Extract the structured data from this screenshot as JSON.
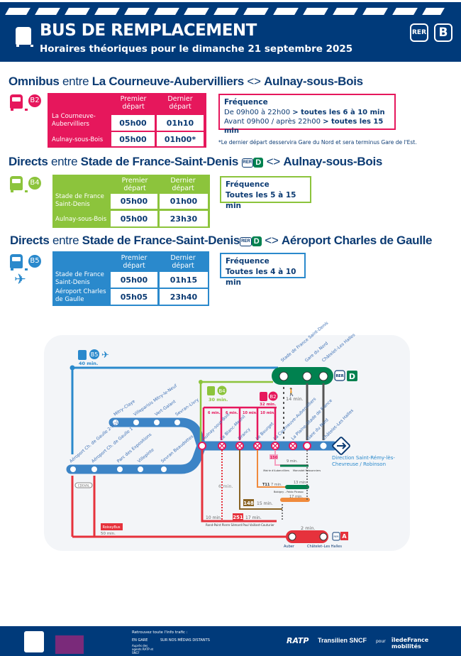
{
  "header": {
    "title": "BUS DE REMPLACEMENT",
    "subtitle": "Horaires théoriques pour le dimanche 21 septembre 2025",
    "rer_badge": "RER",
    "line_badge": "B",
    "background": "#003a7a"
  },
  "columns": {
    "first": "Premier départ",
    "last": "Dernier départ"
  },
  "sections": [
    {
      "type": "Omnibus",
      "between": "entre",
      "from": "La Courneuve-Aubervilliers",
      "sep": "<>",
      "to": "Aulnay-sous-Bois",
      "line": "B2",
      "color": "#e6175c",
      "rows": [
        {
          "stop": "La Courneuve-Aubervilliers",
          "first": "05h00",
          "last": "01h10"
        },
        {
          "stop": "Aulnay-sous-Bois",
          "first": "05h00",
          "last": "01h00*"
        }
      ],
      "freq_title": "Fréquence",
      "freq_lines": [
        {
          "pre": "De 09h00 à 22h00",
          "post": "> toutes les 6 à 10 min"
        },
        {
          "pre": "Avant 09h00 / après 22h00",
          "post": "> toutes les 15 min"
        }
      ],
      "footnote": "*Le dernier départ desservira Gare du Nord et sera terminus Gare de l'Est."
    },
    {
      "type": "Directs",
      "between": "entre",
      "from": "Stade de France-Saint-Denis",
      "sep": "<>",
      "to": "Aulnay-sous-Bois",
      "rer": "RER",
      "rer_line": "D",
      "line": "B4",
      "color": "#8cc43c",
      "rows": [
        {
          "stop": "Stade de France Saint-Denis",
          "first": "05h00",
          "last": "01h00"
        },
        {
          "stop": "Aulnay-sous-Bois",
          "first": "05h00",
          "last": "23h30"
        }
      ],
      "freq_title": "Fréquence",
      "freq_text": "Toutes les 5 à 15 min"
    },
    {
      "type": "Directs",
      "between": "entre",
      "from": "Stade de France-Saint-Denis",
      "sep": "<>",
      "to": "Aéroport Charles de Gaulle",
      "rer": "RER",
      "rer_line": "D",
      "line": "B5",
      "color": "#2a89cc",
      "rows": [
        {
          "stop": "Stade de France Saint-Denis",
          "first": "05h00",
          "last": "01h15"
        },
        {
          "stop": "Aéroport Charles de Gaulle",
          "first": "05h05",
          "last": "23h40"
        }
      ],
      "freq_title": "Fréquence",
      "freq_text": "Toutes les 4 à 10 min"
    }
  ],
  "map": {
    "b5": {
      "line": "B5",
      "time": "40 min."
    },
    "b4": {
      "line": "B4",
      "time": "30 min."
    },
    "b2": {
      "line": "B2",
      "time": "32 min.",
      "segments": [
        "6 min.",
        "6 min.",
        "10 min.",
        "10 min."
      ]
    },
    "rer_d": {
      "badge": "RER",
      "line": "D",
      "stations": [
        "Stade de France Saint-Denis",
        "Gare du Nord",
        "Châtelet–Les Halles"
      ],
      "walk": "14 min."
    },
    "mitry_branch": [
      "Mitry–Claye",
      "Villeparisis Mitry-le-Neuf",
      "Vert-Galant",
      "Sevran–Livry"
    ],
    "cdg_branch": [
      "Aéroport Ch. de Gaulle 2-TGV",
      "Aéroport Ch. de Gaulle 1",
      "Parc des Expositions",
      "Villepinte",
      "Sevran Beaudottes"
    ],
    "trunk": [
      "Aulnay-sous-Bois",
      "Le Blanc-Mesnil",
      "Drancy",
      "Le Bourget",
      "La Courneuve–Aubervilliers",
      "La Plaine–Stade de France",
      "Gare du Nord",
      "Châtelet–Les Halles"
    ],
    "direction": "Direction Saint-Rémy-lès-Chevreuse / Robinson",
    "roissybus": {
      "name": "RoissyBus",
      "time": "50 min."
    },
    "cdgval": "CDGVAL",
    "walk_aulnay": "6 min.",
    "bus251": {
      "line": "251",
      "time": "17 min.",
      "walk_time": "10 min.",
      "stop": "Rond-Point Pierre Sémard Paul Vaillant-Couturier"
    },
    "bus148": {
      "line": "148",
      "time": "15 min."
    },
    "bus150": {
      "line": "150"
    },
    "t11": {
      "line": "T11",
      "time": "7 min.",
      "t1_time": "13 min.",
      "stop": "Bobigny – Pablo Picasso"
    },
    "t1": {
      "time": "9 min.",
      "stops": [
        "Mairie d'Aubervilliers",
        "Marcadet Poissonniers"
      ]
    },
    "m5": {
      "time": "17 min."
    },
    "rer_a": {
      "badge": "RER",
      "line": "A",
      "time": "2 min.",
      "stations": [
        "Auber",
        "Châtelet–Les Halles"
      ]
    }
  },
  "footer": {
    "info_title": "Retrouvez toute l'info trafic :",
    "en_gare": "EN GARE",
    "en_gare_text": "Auprès des agents RATP et SNCF",
    "medias": "SUR NOS MÉDIAS DISTANTS",
    "operators": [
      "RATP",
      "Transilien SNCF",
      "pour",
      "îledeFrance mobilités"
    ]
  }
}
